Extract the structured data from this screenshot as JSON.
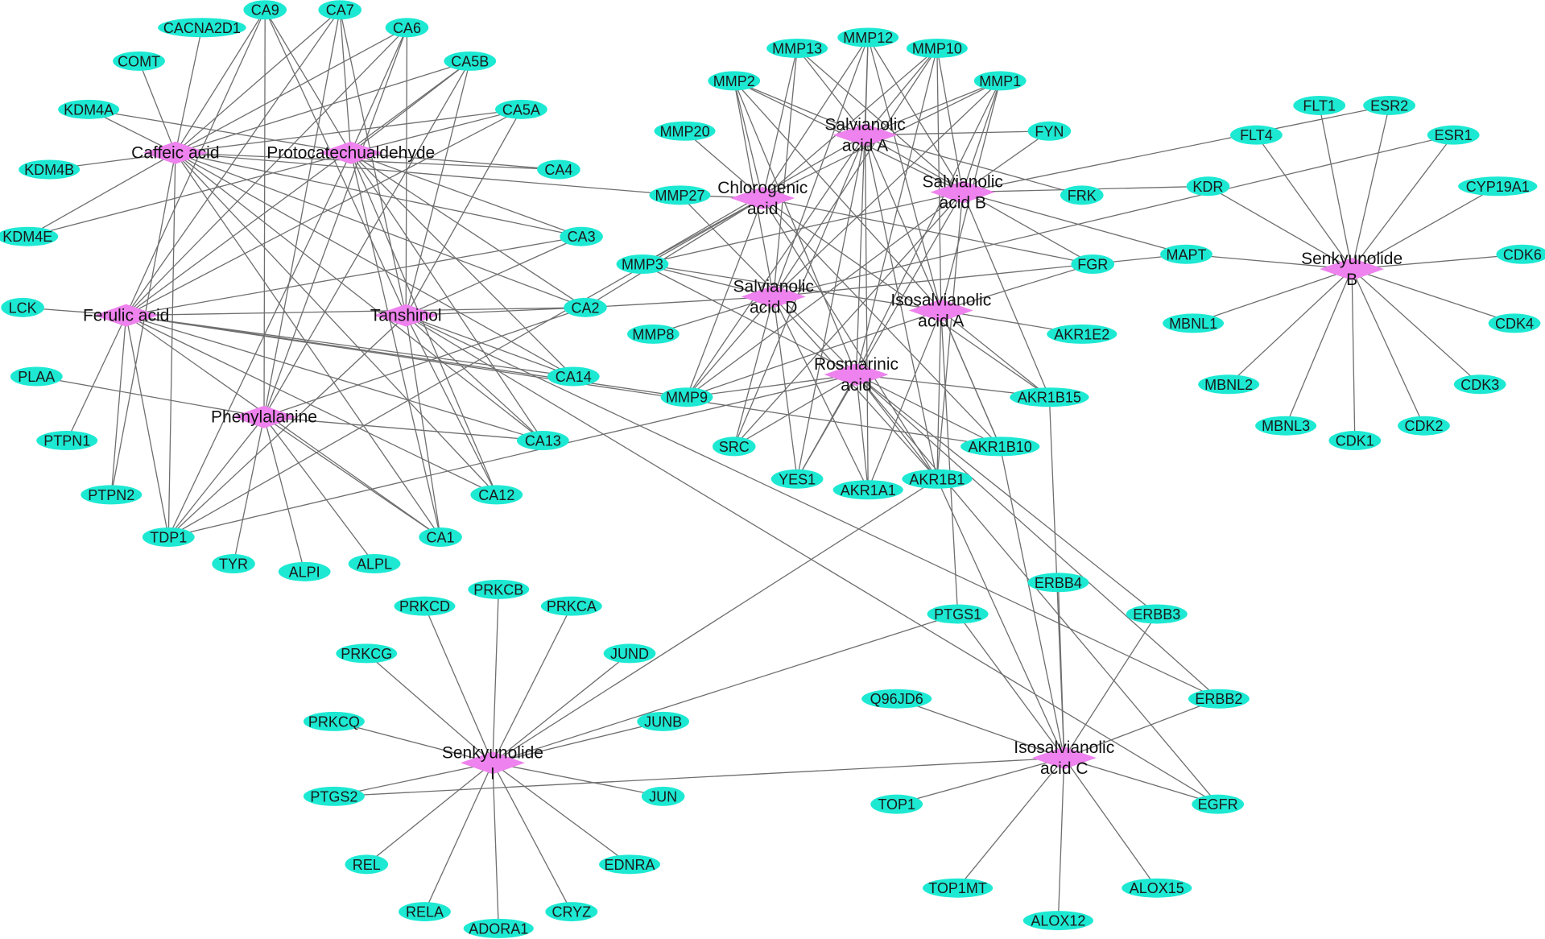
{
  "colors": {
    "compound": "#ee82ee",
    "target": "#1de9d3",
    "edge": "#6e6e6e",
    "background": "#ffffff"
  },
  "compounds": [
    {
      "id": "caffeic",
      "lines": [
        "Caffeic acid"
      ]
    },
    {
      "id": "protocat",
      "lines": [
        "Protocatechualdehyde"
      ]
    },
    {
      "id": "ferulic",
      "lines": [
        "Ferulic acid"
      ]
    },
    {
      "id": "tanshinol",
      "lines": [
        "Tanshinol"
      ]
    },
    {
      "id": "phenylalanine",
      "lines": [
        "Phenylalanine"
      ]
    },
    {
      "id": "salA",
      "lines": [
        "Salvianolic",
        "acid A"
      ]
    },
    {
      "id": "salB",
      "lines": [
        "Salvianolic",
        "acid B"
      ]
    },
    {
      "id": "chlorogenic",
      "lines": [
        "Chlorogenic",
        "acid"
      ]
    },
    {
      "id": "salD",
      "lines": [
        "Salvianolic",
        "acid D"
      ]
    },
    {
      "id": "isoA",
      "lines": [
        "Isosalvianolic",
        "acid A"
      ]
    },
    {
      "id": "rosmarinic",
      "lines": [
        "Rosmarinic",
        "acid"
      ]
    },
    {
      "id": "senkB",
      "lines": [
        "Senkyunolide",
        "B"
      ]
    },
    {
      "id": "senkI",
      "lines": [
        "Senkyunolide",
        "I"
      ]
    },
    {
      "id": "isoC",
      "lines": [
        "Isosalvianolic",
        "acid C"
      ]
    }
  ],
  "targets": [
    "CA9",
    "CA7",
    "CA6",
    "CA5B",
    "CA5A",
    "CA4",
    "CA3",
    "CA2",
    "CA14",
    "CA13",
    "CA12",
    "CA1",
    "CACNA2D1",
    "COMT",
    "KDM4A",
    "KDM4B",
    "KDM4E",
    "LCK",
    "PLAA",
    "PTPN1",
    "PTPN2",
    "TDP1",
    "TYR",
    "ALPI",
    "ALPL",
    "MMP13",
    "MMP12",
    "MMP10",
    "MMP1",
    "MMP2",
    "MMP20",
    "MMP27",
    "MMP3",
    "MMP8",
    "MMP9",
    "FYN",
    "FRK",
    "FGR",
    "MAPT",
    "AKR1E2",
    "AKR1B15",
    "AKR1B10",
    "AKR1B1",
    "AKR1A1",
    "SRC",
    "YES1",
    "FLT1",
    "ESR2",
    "FLT4",
    "ESR1",
    "KDR",
    "CYP19A1",
    "CDK6",
    "CDK4",
    "CDK3",
    "CDK2",
    "CDK1",
    "MBNL1",
    "MBNL2",
    "MBNL3",
    "PTGS1",
    "ERBB4",
    "ERBB3",
    "ERBB2",
    "EGFR",
    "Q96JD6",
    "TOP1",
    "TOP1MT",
    "ALOX12",
    "ALOX15",
    "PRKCB",
    "PRKCD",
    "PRKCA",
    "PRKCG",
    "JUND",
    "JUNB",
    "PRKCQ",
    "PTGS2",
    "JUN",
    "REL",
    "RELA",
    "ADORA1",
    "CRYZ",
    "EDNRA"
  ],
  "edges": [
    [
      "caffeic",
      "CA9"
    ],
    [
      "caffeic",
      "CA7"
    ],
    [
      "caffeic",
      "CA6"
    ],
    [
      "caffeic",
      "CA5B"
    ],
    [
      "caffeic",
      "CA5A"
    ],
    [
      "caffeic",
      "CA4"
    ],
    [
      "caffeic",
      "CA3"
    ],
    [
      "caffeic",
      "CA2"
    ],
    [
      "caffeic",
      "CA14"
    ],
    [
      "caffeic",
      "CA13"
    ],
    [
      "caffeic",
      "CA12"
    ],
    [
      "caffeic",
      "CA1"
    ],
    [
      "caffeic",
      "CACNA2D1"
    ],
    [
      "caffeic",
      "COMT"
    ],
    [
      "caffeic",
      "KDM4A"
    ],
    [
      "caffeic",
      "KDM4B"
    ],
    [
      "caffeic",
      "KDM4E"
    ],
    [
      "caffeic",
      "TDP1"
    ],
    [
      "caffeic",
      "PTPN2"
    ],
    [
      "caffeic",
      "MMP27"
    ],
    [
      "protocat",
      "CA9"
    ],
    [
      "protocat",
      "CA7"
    ],
    [
      "protocat",
      "CA6"
    ],
    [
      "protocat",
      "CA5B"
    ],
    [
      "protocat",
      "CA5A"
    ],
    [
      "protocat",
      "CA4"
    ],
    [
      "protocat",
      "CA3"
    ],
    [
      "protocat",
      "CA2"
    ],
    [
      "protocat",
      "CA14"
    ],
    [
      "protocat",
      "CA13"
    ],
    [
      "protocat",
      "CA12"
    ],
    [
      "protocat",
      "CA1"
    ],
    [
      "protocat",
      "KDM4A"
    ],
    [
      "protocat",
      "KDM4E"
    ],
    [
      "protocat",
      "TDP1"
    ],
    [
      "ferulic",
      "CA9"
    ],
    [
      "ferulic",
      "CA7"
    ],
    [
      "ferulic",
      "CA6"
    ],
    [
      "ferulic",
      "CA5B"
    ],
    [
      "ferulic",
      "CA5A"
    ],
    [
      "ferulic",
      "CA3"
    ],
    [
      "ferulic",
      "CA2"
    ],
    [
      "ferulic",
      "CA14"
    ],
    [
      "ferulic",
      "CA13"
    ],
    [
      "ferulic",
      "CA12"
    ],
    [
      "ferulic",
      "CA1"
    ],
    [
      "ferulic",
      "LCK"
    ],
    [
      "ferulic",
      "PTPN1"
    ],
    [
      "ferulic",
      "PTPN2"
    ],
    [
      "ferulic",
      "TDP1"
    ],
    [
      "ferulic",
      "MMP9"
    ],
    [
      "ferulic",
      "AKR1B10"
    ],
    [
      "tanshinol",
      "CA9"
    ],
    [
      "tanshinol",
      "CA7"
    ],
    [
      "tanshinol",
      "CA6"
    ],
    [
      "tanshinol",
      "CA5B"
    ],
    [
      "tanshinol",
      "CA5A"
    ],
    [
      "tanshinol",
      "CA3"
    ],
    [
      "tanshinol",
      "CA2"
    ],
    [
      "tanshinol",
      "CA14"
    ],
    [
      "tanshinol",
      "CA13"
    ],
    [
      "tanshinol",
      "CA12"
    ],
    [
      "tanshinol",
      "CA1"
    ],
    [
      "tanshinol",
      "TDP1"
    ],
    [
      "tanshinol",
      "ERBB2"
    ],
    [
      "tanshinol",
      "EGFR"
    ],
    [
      "phenylalanine",
      "CA9"
    ],
    [
      "phenylalanine",
      "CA7"
    ],
    [
      "phenylalanine",
      "CA6"
    ],
    [
      "phenylalanine",
      "CA5B"
    ],
    [
      "phenylalanine",
      "CA2"
    ],
    [
      "phenylalanine",
      "CA13"
    ],
    [
      "phenylalanine",
      "CA1"
    ],
    [
      "phenylalanine",
      "PLAA"
    ],
    [
      "phenylalanine",
      "TDP1"
    ],
    [
      "phenylalanine",
      "TYR"
    ],
    [
      "phenylalanine",
      "ALPI"
    ],
    [
      "phenylalanine",
      "ALPL"
    ],
    [
      "salA",
      "MMP13"
    ],
    [
      "salA",
      "MMP12"
    ],
    [
      "salA",
      "MMP10"
    ],
    [
      "salA",
      "MMP1"
    ],
    [
      "salA",
      "MMP2"
    ],
    [
      "salA",
      "MMP3"
    ],
    [
      "salA",
      "MMP9"
    ],
    [
      "salA",
      "FYN"
    ],
    [
      "salA",
      "FRK"
    ],
    [
      "salA",
      "FGR"
    ],
    [
      "salA",
      "SRC"
    ],
    [
      "salA",
      "YES1"
    ],
    [
      "salA",
      "AKR1B1"
    ],
    [
      "salA",
      "AKR1A1"
    ],
    [
      "salA",
      "AKR1B10"
    ],
    [
      "salB",
      "MMP13"
    ],
    [
      "salB",
      "MMP12"
    ],
    [
      "salB",
      "MMP10"
    ],
    [
      "salB",
      "MMP1"
    ],
    [
      "salB",
      "MMP2"
    ],
    [
      "salB",
      "MMP3"
    ],
    [
      "salB",
      "MMP9"
    ],
    [
      "salB",
      "FYN"
    ],
    [
      "salB",
      "KDR"
    ],
    [
      "salB",
      "ESR2"
    ],
    [
      "salB",
      "AKR1B15"
    ],
    [
      "salB",
      "MAPT"
    ],
    [
      "salB",
      "YES1"
    ],
    [
      "salB",
      "SRC"
    ],
    [
      "salB",
      "AKR1B1"
    ],
    [
      "chlorogenic",
      "MMP13"
    ],
    [
      "chlorogenic",
      "MMP12"
    ],
    [
      "chlorogenic",
      "MMP10"
    ],
    [
      "chlorogenic",
      "MMP1"
    ],
    [
      "chlorogenic",
      "MMP2"
    ],
    [
      "chlorogenic",
      "MMP3"
    ],
    [
      "chlorogenic",
      "MMP9"
    ],
    [
      "chlorogenic",
      "MMP20"
    ],
    [
      "chlorogenic",
      "MMP27"
    ],
    [
      "chlorogenic",
      "AKR1B1"
    ],
    [
      "chlorogenic",
      "AKR1B10"
    ],
    [
      "chlorogenic",
      "AKR1B15"
    ],
    [
      "chlorogenic",
      "FGR"
    ],
    [
      "chlorogenic",
      "TDP1"
    ],
    [
      "chlorogenic",
      "CA2"
    ],
    [
      "salD",
      "MMP13"
    ],
    [
      "salD",
      "MMP12"
    ],
    [
      "salD",
      "MMP10"
    ],
    [
      "salD",
      "MMP1"
    ],
    [
      "salD",
      "MMP2"
    ],
    [
      "salD",
      "MMP3"
    ],
    [
      "salD",
      "MMP8"
    ],
    [
      "salD",
      "MMP9"
    ],
    [
      "salD",
      "MAPT"
    ],
    [
      "salD",
      "ESR1"
    ],
    [
      "salD",
      "AKR1B1"
    ],
    [
      "salD",
      "AKR1A1"
    ],
    [
      "salD",
      "SRC"
    ],
    [
      "salD",
      "YES1"
    ],
    [
      "salD",
      "CA2"
    ],
    [
      "isoA",
      "MMP12"
    ],
    [
      "isoA",
      "MMP10"
    ],
    [
      "isoA",
      "MMP1"
    ],
    [
      "isoA",
      "MMP3"
    ],
    [
      "isoA",
      "MMP9"
    ],
    [
      "isoA",
      "AKR1E2"
    ],
    [
      "isoA",
      "AKR1B15"
    ],
    [
      "isoA",
      "AKR1B10"
    ],
    [
      "isoA",
      "AKR1B1"
    ],
    [
      "isoA",
      "AKR1A1"
    ],
    [
      "isoA",
      "PTGS1"
    ],
    [
      "isoA",
      "FGR"
    ],
    [
      "isoA",
      "MMP2"
    ],
    [
      "rosmarinic",
      "MMP12"
    ],
    [
      "rosmarinic",
      "MMP10"
    ],
    [
      "rosmarinic",
      "MMP1"
    ],
    [
      "rosmarinic",
      "MMP2"
    ],
    [
      "rosmarinic",
      "MMP3"
    ],
    [
      "rosmarinic",
      "MMP9"
    ],
    [
      "rosmarinic",
      "AKR1B1"
    ],
    [
      "rosmarinic",
      "AKR1A1"
    ],
    [
      "rosmarinic",
      "AKR1B10"
    ],
    [
      "rosmarinic",
      "AKR1B15"
    ],
    [
      "rosmarinic",
      "YES1"
    ],
    [
      "rosmarinic",
      "SRC"
    ],
    [
      "rosmarinic",
      "ERBB3"
    ],
    [
      "rosmarinic",
      "ERBB2"
    ],
    [
      "rosmarinic",
      "EGFR"
    ],
    [
      "rosmarinic",
      "TDP1"
    ],
    [
      "rosmarinic",
      "MMP27"
    ],
    [
      "senkB",
      "FLT1"
    ],
    [
      "senkB",
      "ESR2"
    ],
    [
      "senkB",
      "FLT4"
    ],
    [
      "senkB",
      "ESR1"
    ],
    [
      "senkB",
      "KDR"
    ],
    [
      "senkB",
      "CYP19A1"
    ],
    [
      "senkB",
      "CDK6"
    ],
    [
      "senkB",
      "CDK4"
    ],
    [
      "senkB",
      "CDK3"
    ],
    [
      "senkB",
      "CDK2"
    ],
    [
      "senkB",
      "CDK1"
    ],
    [
      "senkB",
      "MBNL1"
    ],
    [
      "senkB",
      "MBNL2"
    ],
    [
      "senkB",
      "MBNL3"
    ],
    [
      "senkB",
      "MAPT"
    ],
    [
      "senkI",
      "PRKCB"
    ],
    [
      "senkI",
      "PRKCD"
    ],
    [
      "senkI",
      "PRKCA"
    ],
    [
      "senkI",
      "PRKCG"
    ],
    [
      "senkI",
      "JUND"
    ],
    [
      "senkI",
      "JUNB"
    ],
    [
      "senkI",
      "PRKCQ"
    ],
    [
      "senkI",
      "PTGS2"
    ],
    [
      "senkI",
      "JUN"
    ],
    [
      "senkI",
      "REL"
    ],
    [
      "senkI",
      "RELA"
    ],
    [
      "senkI",
      "ADORA1"
    ],
    [
      "senkI",
      "CRYZ"
    ],
    [
      "senkI",
      "EDNRA"
    ],
    [
      "senkI",
      "PTGS1"
    ],
    [
      "senkI",
      "AKR1B1"
    ],
    [
      "isoC",
      "Q96JD6"
    ],
    [
      "isoC",
      "TOP1"
    ],
    [
      "isoC",
      "TOP1MT"
    ],
    [
      "isoC",
      "ALOX12"
    ],
    [
      "isoC",
      "ALOX15"
    ],
    [
      "isoC",
      "EGFR"
    ],
    [
      "isoC",
      "ERBB2"
    ],
    [
      "isoC",
      "ERBB3"
    ],
    [
      "isoC",
      "ERBB4"
    ],
    [
      "isoC",
      "PTGS1"
    ],
    [
      "isoC",
      "PTGS2"
    ],
    [
      "isoC",
      "AKR1B15"
    ],
    [
      "isoC",
      "AKR1B10"
    ],
    [
      "isoC",
      "AKR1B1"
    ]
  ]
}
